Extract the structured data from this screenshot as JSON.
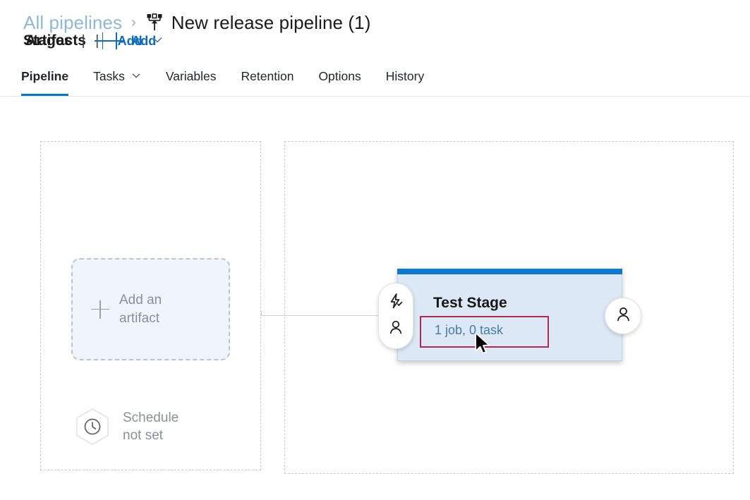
{
  "breadcrumb": {
    "parent_label": "All pipelines",
    "separator": "›",
    "icon": "release-pipeline-icon",
    "title": "New release pipeline (1)"
  },
  "tabs": [
    {
      "label": "Pipeline",
      "active": true,
      "has_chevron": false
    },
    {
      "label": "Tasks",
      "active": false,
      "has_chevron": true
    },
    {
      "label": "Variables",
      "active": false,
      "has_chevron": false
    },
    {
      "label": "Retention",
      "active": false,
      "has_chevron": false
    },
    {
      "label": "Options",
      "active": false,
      "has_chevron": false
    },
    {
      "label": "History",
      "active": false,
      "has_chevron": false
    }
  ],
  "artifacts": {
    "title": "Artifacts",
    "divider": "|",
    "add_label": "Add",
    "add_icon": "plus-icon",
    "dropzone": {
      "icon": "plus-icon",
      "line1": "Add an",
      "line2": "artifact"
    },
    "schedule": {
      "icon": "clock-icon",
      "line1": "Schedule",
      "line2": "not set"
    }
  },
  "stages": {
    "title": "Stages",
    "divider": "|",
    "add_label": "Add",
    "add_icon": "plus-icon",
    "add_chevron": "chevron-down-icon",
    "stage": {
      "name": "Test Stage",
      "jobs_tasks": "1 job, 0 task",
      "pre_deployment_icons": [
        "lightning-bolt-icon",
        "person-icon"
      ],
      "post_deployment_icons": [
        "person-icon"
      ],
      "top_bar_color": "#0b78d1",
      "body_color": "#dce8f5",
      "highlight_color": "#b3294e",
      "link_color": "#4a7ba8"
    }
  },
  "colors": {
    "accent_blue": "#0078d4",
    "link_blue": "#0f6cbd",
    "breadcrumb_blue": "#8fb8d6",
    "muted_gray": "#8a9097",
    "dashed_border": "#c9c9c9"
  }
}
